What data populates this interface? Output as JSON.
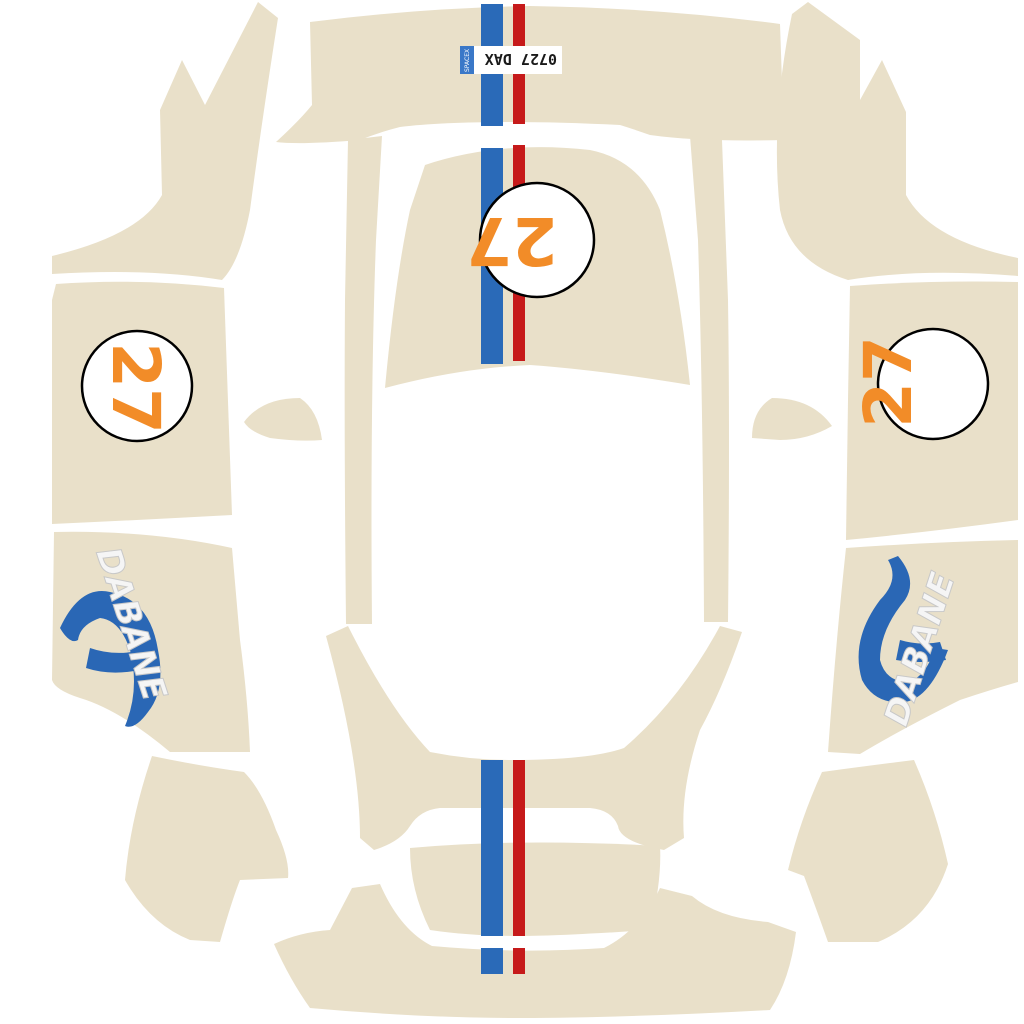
{
  "livery": {
    "race_number": "27",
    "plate_text": "0727 DAX",
    "plate_tag": "SPACEX",
    "brand_text": "DABANE",
    "colors": {
      "panel": "#e9e0c9",
      "stripe_blue": "#2a6ab8",
      "stripe_red": "#c61a1a",
      "number": "#f28c28",
      "roundel_fill": "#ffffff",
      "roundel_ring": "#000000",
      "logo_blue": "#2a67b5"
    },
    "icons": [
      "blue-swirl-logo-icon",
      "number-roundel"
    ]
  }
}
